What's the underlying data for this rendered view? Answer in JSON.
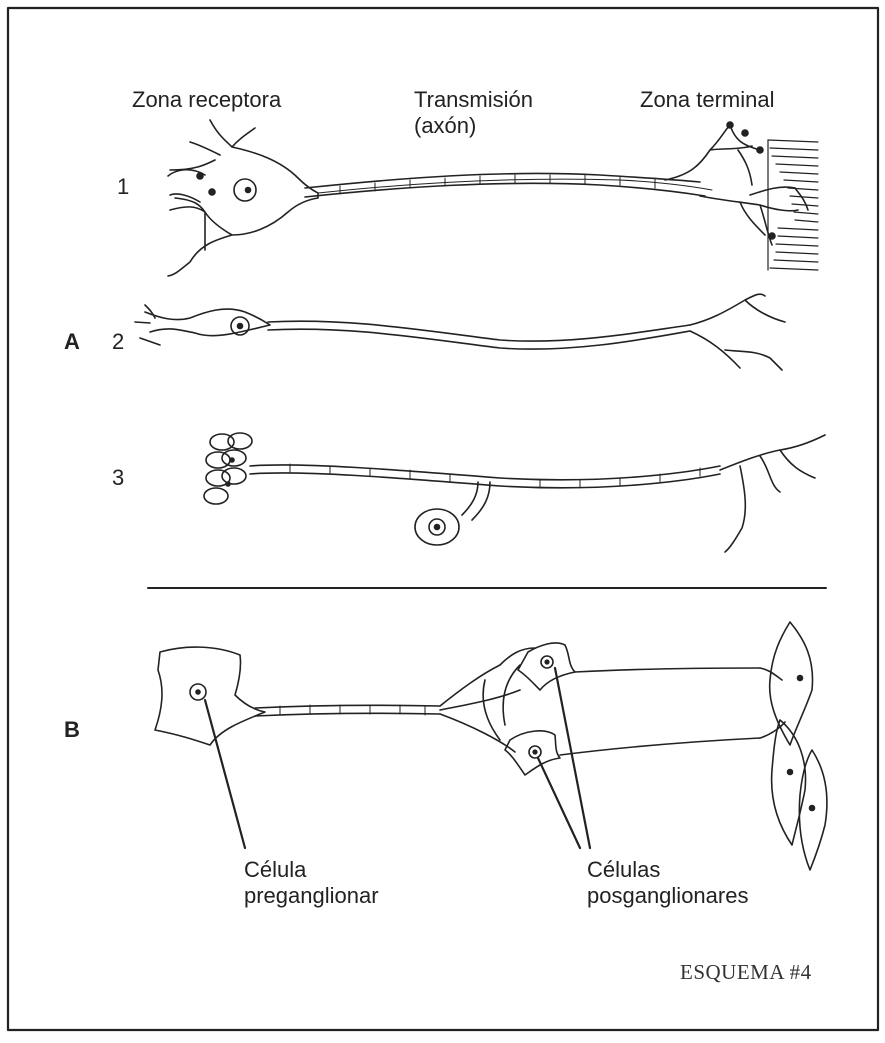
{
  "header": {
    "zona_receptora": "Zona receptora",
    "transmision": "Transmisión",
    "axon": "(axón)",
    "zona_terminal": "Zona terminal"
  },
  "section_a": {
    "label": "A",
    "rows": [
      "1",
      "2",
      "3"
    ]
  },
  "section_b": {
    "label": "B",
    "celula_line1": "Célula",
    "celula_line2": "preganglionar",
    "celulas_line1": "Células",
    "celulas_line2": "posganglionares"
  },
  "footer": {
    "caption": "ESQUEMA #4"
  },
  "colors": {
    "ink": "#222222",
    "background": "#ffffff"
  }
}
